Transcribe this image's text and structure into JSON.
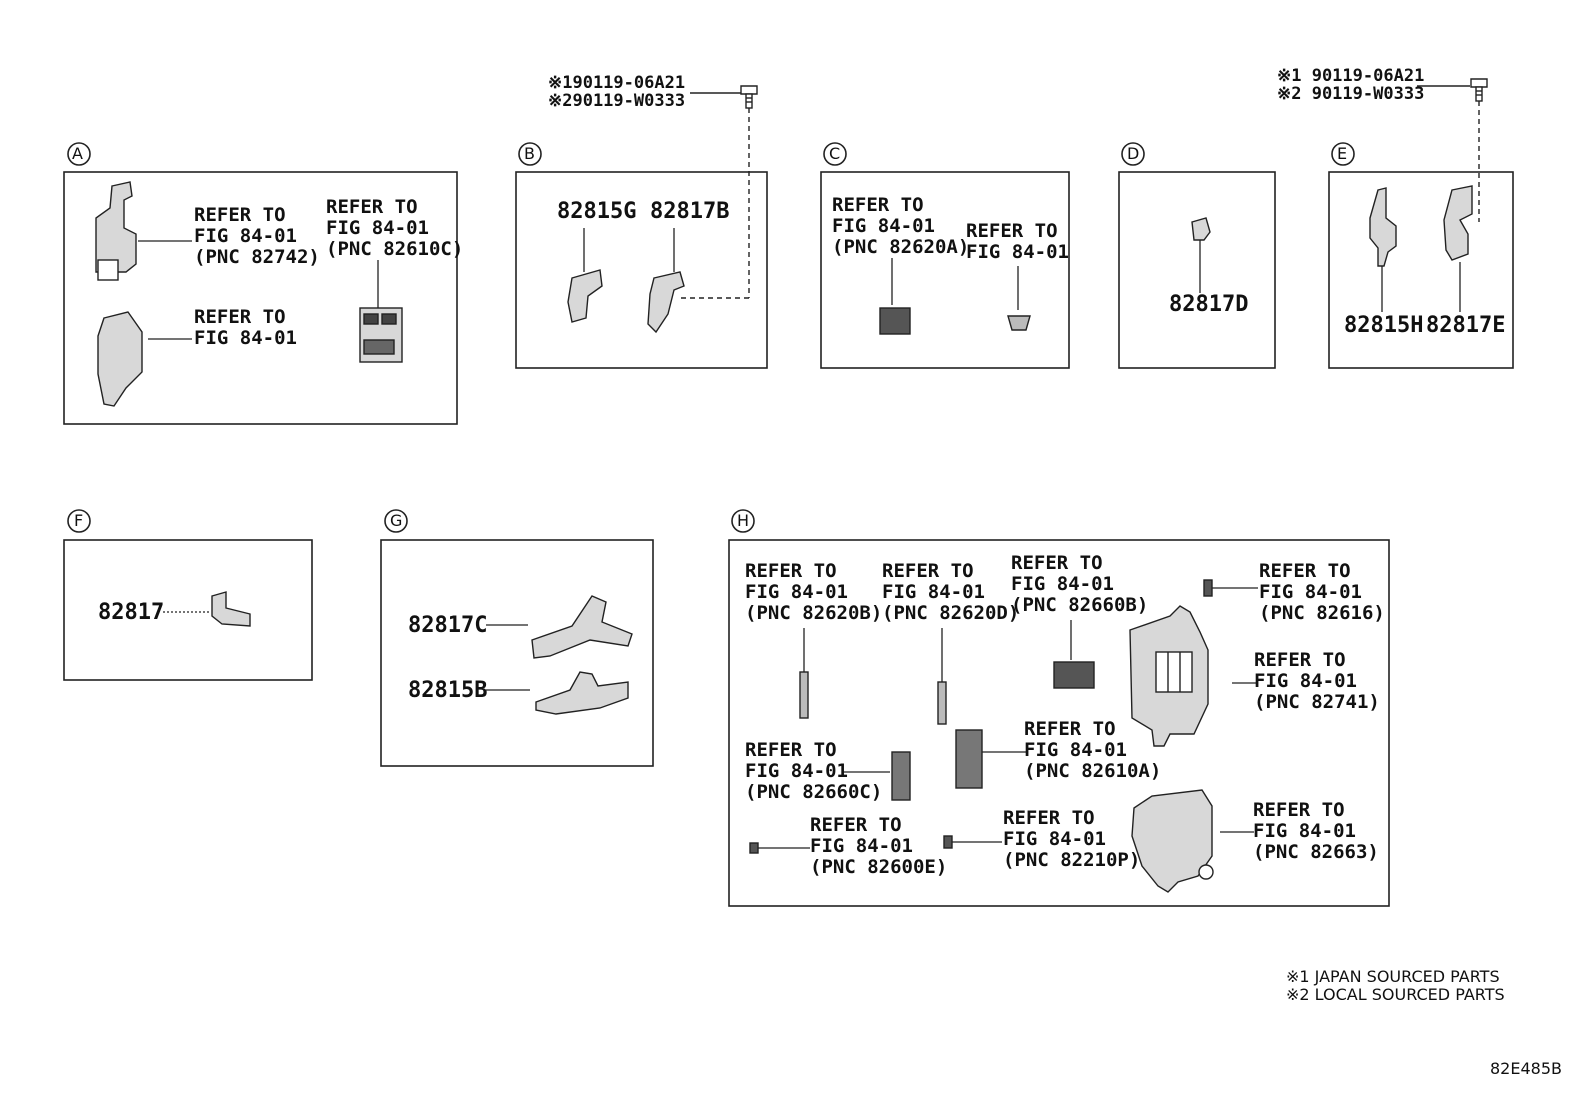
{
  "fasteners": {
    "left": {
      "line1": "※190119-06A21",
      "line2": "※290119-W0333"
    },
    "right": {
      "line1": "※1 90119-06A21",
      "line2": "※2 90119-W0333"
    }
  },
  "sections": {
    "A": {
      "label": "A",
      "refs": [
        {
          "l1": "REFER TO",
          "l2": "FIG 84-01",
          "l3": "(PNC 82742)"
        },
        {
          "l1": "REFER TO",
          "l2": "FIG 84-01",
          "l3": "(PNC 82610C)"
        },
        {
          "l1": "REFER TO",
          "l2": "FIG 84-01"
        }
      ]
    },
    "B": {
      "label": "B",
      "parts": [
        "82815G",
        "82817B"
      ]
    },
    "C": {
      "label": "C",
      "refs": [
        {
          "l1": "REFER TO",
          "l2": "FIG 84-01",
          "l3": "(PNC 82620A)"
        },
        {
          "l1": "REFER TO",
          "l2": "FIG 84-01"
        }
      ]
    },
    "D": {
      "label": "D",
      "parts": [
        "82817D"
      ]
    },
    "E": {
      "label": "E",
      "parts": [
        "82815H",
        "82817E"
      ]
    },
    "F": {
      "label": "F",
      "parts": [
        "82817"
      ]
    },
    "G": {
      "label": "G",
      "parts": [
        "82817C",
        "82815B"
      ]
    },
    "H": {
      "label": "H",
      "refs": [
        {
          "l1": "REFER TO",
          "l2": "FIG 84-01",
          "l3": "(PNC 82620B)"
        },
        {
          "l1": "REFER TO",
          "l2": "FIG 84-01",
          "l3": "(PNC 82620D)"
        },
        {
          "l1": "REFER TO",
          "l2": "FIG 84-01",
          "l3": "(PNC 82660B)"
        },
        {
          "l1": "REFER TO",
          "l2": "FIG 84-01",
          "l3": "(PNC 82616)"
        },
        {
          "l1": "REFER TO",
          "l2": "FIG 84-01",
          "l3": "(PNC 82741)"
        },
        {
          "l1": "REFER TO",
          "l2": "FIG 84-01",
          "l3": "(PNC 82660C)"
        },
        {
          "l1": "REFER TO",
          "l2": "FIG 84-01",
          "l3": "(PNC 82610A)"
        },
        {
          "l1": "REFER TO",
          "l2": "FIG 84-01",
          "l3": "(PNC 82600E)"
        },
        {
          "l1": "REFER TO",
          "l2": "FIG 84-01",
          "l3": "(PNC 82210P)"
        },
        {
          "l1": "REFER TO",
          "l2": "FIG 84-01",
          "l3": "(PNC 82663)"
        }
      ]
    }
  },
  "notes": {
    "n1": "※1 JAPAN SOURCED PARTS",
    "n2": "※2 LOCAL SOURCED PARTS"
  },
  "diagram_code": "82E485B"
}
